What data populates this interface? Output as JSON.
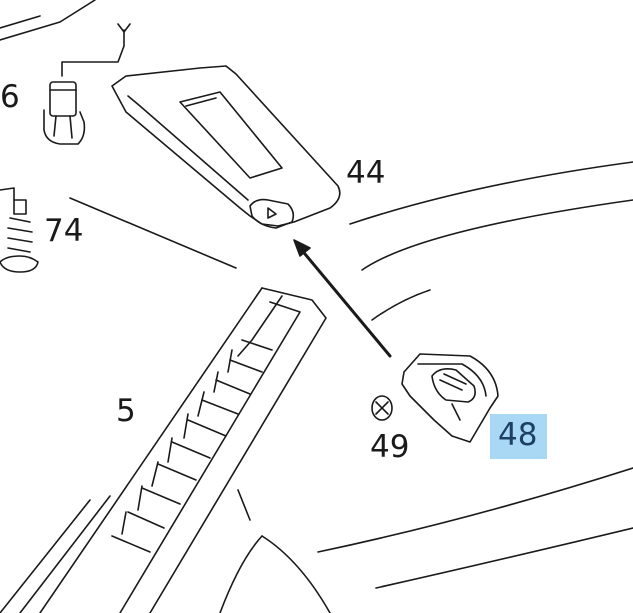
{
  "callouts": {
    "c6": "6",
    "c44": "44",
    "c74": "74",
    "c5": "5",
    "c49": "49",
    "c48": "48"
  },
  "highlight_color": "#a9d8f5",
  "line_color": "#1a1a1a"
}
